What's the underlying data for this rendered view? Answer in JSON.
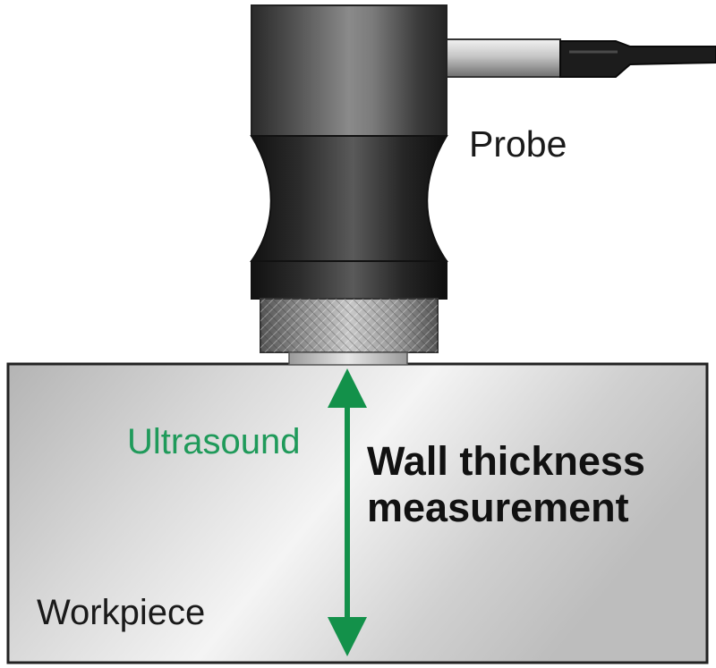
{
  "labels": {
    "probe": "Probe",
    "ultrasound": "Ultrasound",
    "wall_thickness_line1": "Wall thickness",
    "wall_thickness_line2": "measurement",
    "workpiece": "Workpiece"
  },
  "colors": {
    "ultrasound_green": "#1f9a5a",
    "arrow_green": "#13914a",
    "text_dark": "#1a1a1a"
  },
  "icons": {
    "probe": "ultrasonic-probe-icon",
    "cable": "cable-icon",
    "arrow": "double-headed-arrow-icon"
  }
}
